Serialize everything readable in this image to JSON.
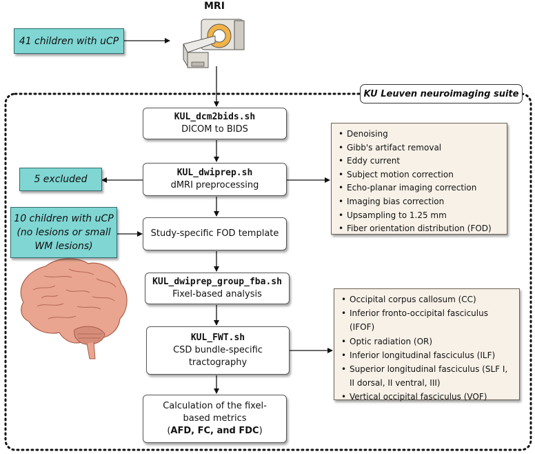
{
  "mri_label": "MRI",
  "suite_label": "KU Leuven neuroimaging suite",
  "inputs": {
    "children_41": "41 children with uCP",
    "excluded": "5 excluded",
    "children_10": [
      "10 children with uCP",
      "(no lesions or small",
      "WM lesions)"
    ]
  },
  "steps": {
    "dcm2bids": {
      "script": "KUL_dcm2bids.sh",
      "desc": "DICOM to BIDS"
    },
    "dwiprep": {
      "script": "KUL_dwiprep.sh",
      "desc": "dMRI preprocessing"
    },
    "fod_template": {
      "desc": "Study-specific FOD template"
    },
    "group_fba": {
      "script": "KUL_dwiprep_group_fba.sh",
      "desc": "Fixel-based analysis"
    },
    "fwt": {
      "script": "KUL_FWT.sh",
      "desc_lines": [
        "CSD bundle-specific",
        "tractography"
      ]
    },
    "metrics": {
      "lines": [
        "Calculation of  the fixel-",
        "based metrics"
      ],
      "bold": "AFD, FC, and FDC",
      "open": "(",
      "close": ")"
    }
  },
  "preprocessing_steps": [
    "Denoising",
    "Gibb's artifact removal",
    "Eddy current",
    "Subject motion correction",
    "Echo-planar imaging correction",
    "Imaging bias correction",
    "Upsampling to 1.25 mm",
    "Fiber orientation distribution (FOD)"
  ],
  "tract_lines": [
    {
      "bullet": true,
      "text": "Occipital corpus callosum (CC)"
    },
    {
      "bullet": true,
      "text": "Inferior fronto-occipital fasciculus"
    },
    {
      "bullet": false,
      "text": "(IFOF)"
    },
    {
      "bullet": true,
      "text": "Optic radiation (OR)"
    },
    {
      "bullet": true,
      "text": "Inferior longitudinal fasciculus (ILF)"
    },
    {
      "bullet": true,
      "text": "Superior longitudinal fasciculus (SLF I,"
    },
    {
      "bullet": false,
      "text": "II dorsal, II ventral, III)"
    },
    {
      "bullet": true,
      "text": "Vertical occipital fasciculus (VOF)"
    }
  ],
  "colors": {
    "teal": "#7fd6d3",
    "beige": "#f7f1e8",
    "brain": "#e9a58f"
  }
}
